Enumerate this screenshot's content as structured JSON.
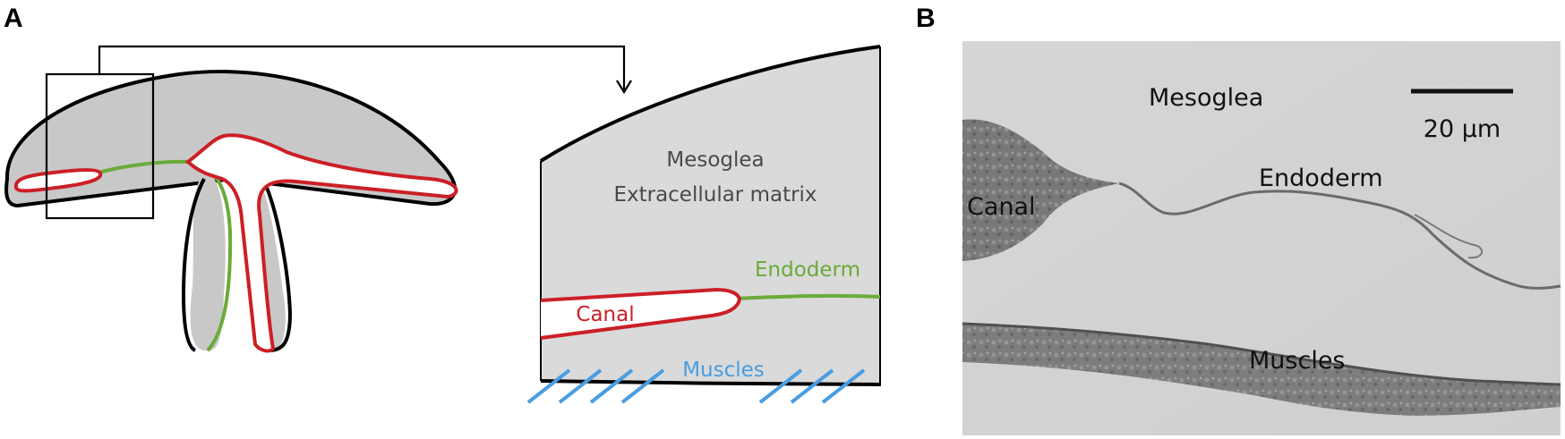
{
  "panels": {
    "a": {
      "letter": "A"
    },
    "b": {
      "letter": "B"
    }
  },
  "schematic": {
    "mesoglea": "Mesoglea",
    "matrix": "Extracellular matrix",
    "endoderm": "Endoderm",
    "canal": "Canal",
    "muscles": "Muscles"
  },
  "micrograph": {
    "mesoglea": "Mesoglea",
    "endoderm": "Endoderm",
    "canal": "Canal",
    "muscles": "Muscles",
    "scale": "20 µm"
  },
  "colors": {
    "canal": "#cc1f26",
    "endoderm": "#6aab3a",
    "muscles": "#4a9de0",
    "tissue": "#c8c8c8",
    "mesoglea_fill": "#dadada",
    "text_gray": "#4a4a4a"
  }
}
